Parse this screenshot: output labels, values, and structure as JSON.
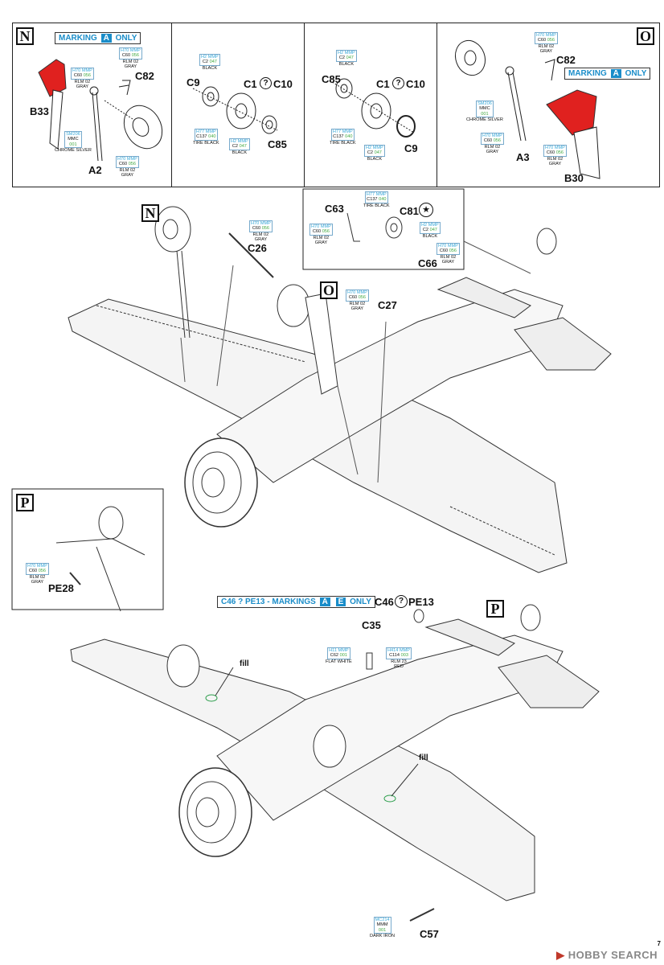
{
  "top_panels": {
    "n_box": "N",
    "o_box": "O",
    "marking_a_only": {
      "prefix": "MARKING",
      "chip": "A",
      "suffix": "ONLY"
    },
    "labels": {
      "b33": "B33",
      "a2": "A2",
      "c82_left": "C82",
      "c9_a": "C9",
      "c1_a": "C1",
      "c10_a": "C10",
      "c85_a": "C85",
      "c85_b": "C85",
      "c1_b": "C1",
      "c10_b": "C10",
      "c9_b": "C9",
      "c82_right": "C82",
      "a3": "A3",
      "b30": "B30"
    },
    "paints": [
      {
        "id": "p1",
        "c1": "H70",
        "c1b": "MMP",
        "c2": "C60",
        "c2b": "056",
        "name": "RLM 02\nGRAY"
      },
      {
        "id": "p2",
        "c1": "SM206",
        "c1b": "",
        "c2": "MMC",
        "c2b": "001",
        "name": "CHROME SILVER"
      },
      {
        "id": "p3",
        "c1": "H70",
        "c1b": "MMP",
        "c2": "C60",
        "c2b": "056",
        "name": "RLM 02\nGRAY"
      },
      {
        "id": "p4",
        "c1": "H2",
        "c1b": "MMP",
        "c2": "C2",
        "c2b": "047",
        "name": "BLACK"
      },
      {
        "id": "p5",
        "c1": "H77",
        "c1b": "MMP",
        "c2": "C137",
        "c2b": "040",
        "name": "TIRE BLACK"
      },
      {
        "id": "p6",
        "c1": "H2",
        "c1b": "MMP",
        "c2": "C2",
        "c2b": "047",
        "name": "BLACK"
      },
      {
        "id": "p7",
        "c1": "H2",
        "c1b": "MMP",
        "c2": "C2",
        "c2b": "047",
        "name": "BLACK"
      },
      {
        "id": "p8",
        "c1": "H77",
        "c1b": "MMP",
        "c2": "C137",
        "c2b": "040",
        "name": "TIRE BLACK"
      },
      {
        "id": "p9",
        "c1": "H2",
        "c1b": "MMP",
        "c2": "C2",
        "c2b": "047",
        "name": "BLACK"
      },
      {
        "id": "p10",
        "c1": "H70",
        "c1b": "MMP",
        "c2": "C60",
        "c2b": "056",
        "name": "RLM 02\nGRAY"
      },
      {
        "id": "p11",
        "c1": "SM206",
        "c1b": "",
        "c2": "MMC",
        "c2b": "001",
        "name": "CHROME SILVER"
      },
      {
        "id": "p12",
        "c1": "H70",
        "c1b": "MMP",
        "c2": "C60",
        "c2b": "056",
        "name": "RLM 02\nGRAY"
      },
      {
        "id": "p13",
        "c1": "H70",
        "c1b": "MMP",
        "c2": "C60",
        "c2b": "056",
        "name": "RLM 02\nGRAY"
      }
    ]
  },
  "middle": {
    "n_box": "N",
    "o_box": "O",
    "labels": {
      "c26": "C26",
      "c27": "C27",
      "c63": "C63",
      "c81": "C81",
      "c66": "C66"
    },
    "paints": [
      {
        "id": "m1",
        "c1": "H70",
        "c1b": "MMP",
        "c2": "C60",
        "c2b": "056",
        "name": "RLM 02\nGRAY"
      },
      {
        "id": "m2",
        "c1": "H70",
        "c1b": "MMP",
        "c2": "C60",
        "c2b": "056",
        "name": "RLM 02\nGRAY"
      },
      {
        "id": "m3",
        "c1": "H77",
        "c1b": "MMP",
        "c2": "C137",
        "c2b": "040",
        "name": "TIRE BLACK"
      },
      {
        "id": "m4",
        "c1": "H70",
        "c1b": "MMP",
        "c2": "C60",
        "c2b": "056",
        "name": "RLM 02\nGRAY"
      },
      {
        "id": "m5",
        "c1": "H2",
        "c1b": "MMP",
        "c2": "C2",
        "c2b": "047",
        "name": "BLACK"
      },
      {
        "id": "m6",
        "c1": "H70",
        "c1b": "MMP",
        "c2": "C60",
        "c2b": "056",
        "name": "RLM 02\nGRAY"
      }
    ]
  },
  "p_panel": {
    "p_box": "P",
    "label": "PE28",
    "paint": {
      "c1": "H70",
      "c1b": "MMP",
      "c2": "C60",
      "c2b": "056",
      "name": "RLM 02\nGRAY"
    }
  },
  "bottom": {
    "banner": {
      "prefix": "C46 ? PE13 - MARKINGS",
      "chip1": "A",
      "chip2": "E",
      "suffix": "ONLY"
    },
    "c46_label": "C46",
    "pe13_label": "PE13",
    "p_box": "P",
    "c35": "C35",
    "c57": "C57",
    "fill_1": "fill",
    "fill_2": "fill",
    "paints": [
      {
        "id": "b1",
        "c1": "H11",
        "c1b": "MMP",
        "c2": "C62",
        "c2b": "001",
        "name": "FLAT WHITE"
      },
      {
        "id": "b2",
        "c1": "H414",
        "c1b": "MMP",
        "c2": "C114",
        "c2b": "003",
        "name": "RLM 23\nRED"
      },
      {
        "id": "b3",
        "c1": "MC214",
        "c1b": "",
        "c2": "MMM",
        "c2b": "001",
        "name": "DARK IRON"
      }
    ]
  },
  "watermark": {
    "logo": "HOBBY SEARCH"
  },
  "page_number": "7"
}
